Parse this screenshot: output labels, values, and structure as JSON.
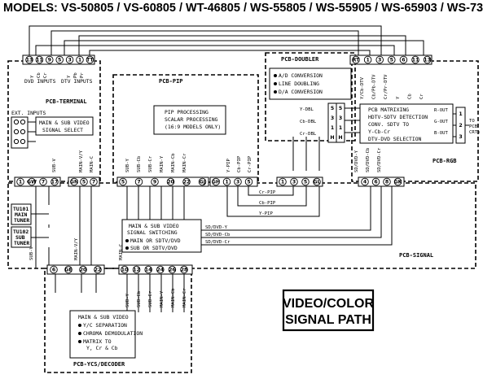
{
  "header": {
    "models": "MODELS: VS-50805 / VS-60805 / WT-46805 / WS-55805 / WS-55905 / WS-65903 / WS-73905"
  },
  "title": {
    "line1": "VIDEO/COLOR",
    "line2": "SIGNAL PATH"
  },
  "terminal": {
    "name": "PCB-TERMINAL",
    "top_pins": [
      "13",
      "11",
      "9",
      "5",
      "3",
      "1",
      "TT"
    ],
    "dvd_inputs": "DVD INPUTS",
    "dtv_inputs": "DTV INPUTS",
    "dvd_signals": [
      "Y",
      "Cb",
      "Cr"
    ],
    "dtv_signals": [
      "Y",
      "Pb",
      "Pr"
    ],
    "ext_inputs": "EXT. INPUTS",
    "select_line1": "MAIN & SUB VIDEO",
    "select_line2": "SIGNAL SELECT",
    "bottom_pins": [
      "1",
      "GW",
      "7",
      "17"
    ],
    "sub_v": "SUB-V"
  },
  "tuners": {
    "t1": [
      "TU101",
      "MAIN",
      "TUNER"
    ],
    "t2": [
      "TU102",
      "SUB",
      "TUNER"
    ]
  },
  "pip": {
    "name": "PCB-PIP",
    "features": [
      "PIP PROCESSING",
      "SCALAR PROCESSING",
      "(16:9 MODELS ONLY)"
    ],
    "left_pins": [
      "GN",
      "5",
      "7"
    ],
    "left_signals": [
      "MAIN-V/Y",
      "MAIN-C"
    ],
    "mid_pins": [
      "5",
      "7",
      "9",
      "20",
      "22",
      "GJ"
    ],
    "mid_signals": [
      "SUB-Y",
      "SUB-Cb",
      "SUB-Cr",
      "MAIN-Y",
      "MAIN-Cb",
      "MAIN-Cr"
    ],
    "right_pins": [
      "GH",
      "1",
      "3",
      "5"
    ],
    "right_signals": [
      "Y-PIP",
      "Cb-PIP",
      "Cr-PIP"
    ]
  },
  "switching": {
    "line1": "MAIN & SUB VIDEO",
    "line2": "SIGNAL SWITCHING",
    "opt1": "MAIN OR SDTV/DVD",
    "opt2": "SUB OR SDTV/DVD",
    "outputs": [
      "SD/DVD-Y",
      "SD/DVD-Cb",
      "SD/DVD-Cr"
    ],
    "pip_returns": [
      "Cr-PIP",
      "Cb-PIP",
      "Y-PIP"
    ]
  },
  "doubler": {
    "name": "PCB-DOUBLER",
    "features": [
      "A/D CONVERSION",
      "LINE DOUBLING",
      "D/A CONVERSION"
    ],
    "inputs": [
      "Y-DBL",
      "Cb-DBL",
      "Cr-DBL"
    ],
    "conn_pins": [
      "1",
      "3",
      "5",
      "GL"
    ],
    "side_pins": [
      "5",
      "3",
      "1",
      "H"
    ]
  },
  "rgb": {
    "name": "PCB-RGB",
    "top_pins": [
      "RT",
      "1",
      "3",
      "5",
      "6",
      "11",
      "13"
    ],
    "top_signals": [
      "Y/Cb-DTV",
      "Cb/Pb-DTV",
      "Cr/Pr-DTV",
      "Y",
      "Cb",
      "Cr"
    ],
    "features": [
      "PCB MATRIXING",
      "HDTV-SDTV DETECTION",
      "CONV. SDTV TO",
      "Y-Cb-Cr",
      "DTV-DVD SELECTION"
    ],
    "outputs": [
      "R-OUT",
      "G-OUT",
      "B-OUT"
    ],
    "out_pins": [
      "1",
      "2",
      "3"
    ],
    "to_crts": [
      "TO",
      "PCB",
      "CRTs"
    ],
    "bottom_pins": [
      "4",
      "6",
      "8",
      "GK"
    ],
    "bottom_signals": [
      "SD/DVD-Y",
      "SD/DVD-Cb",
      "SD/DVD-Cr"
    ]
  },
  "signal": {
    "name": "PCB-SIGNAL",
    "bottom_pins": [
      "6",
      "GE",
      "20",
      "22"
    ],
    "bottom_signals": [
      "SUB-V",
      "MAIN-V/Y",
      "MAIN-C"
    ],
    "pins_2": [
      "10",
      "12",
      "14",
      "24",
      "26",
      "28"
    ],
    "signals_2": [
      "SUB-Y",
      "SUB-Cb",
      "SUB-Cr",
      "MAIN-Y",
      "MAIN-Cb",
      "MAIN-Cr"
    ]
  },
  "ycs": {
    "name": "PCB-YCS/DECODER",
    "line1": "MAIN & SUB VIDEO",
    "features": [
      "Y/C SEPARATION",
      "CHROMA DEMODULATION",
      "MATRIX TO"
    ],
    "matrix2": "Y, Cr & Cb"
  }
}
